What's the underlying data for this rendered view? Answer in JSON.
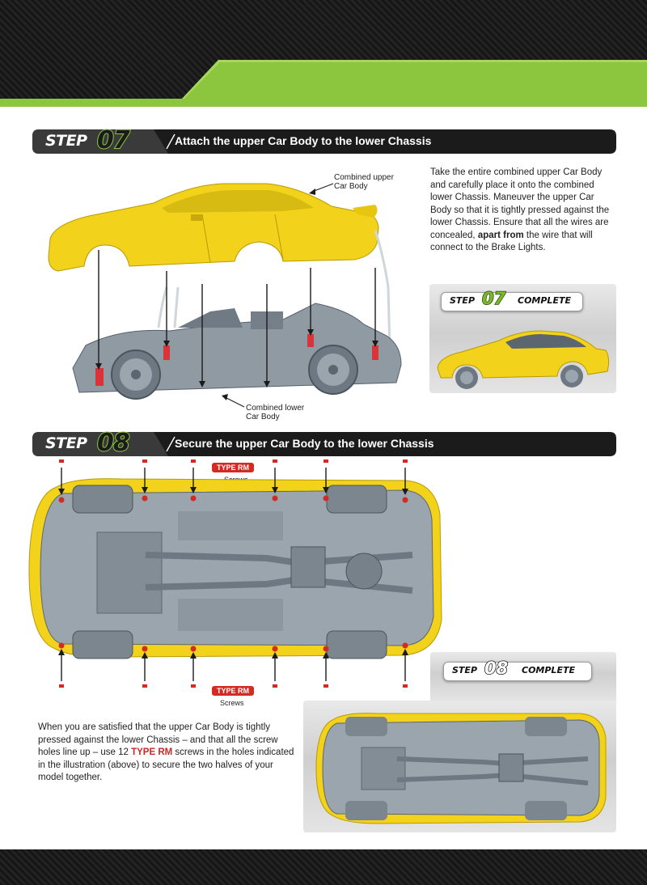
{
  "step07": {
    "word": "STEP",
    "number": "07",
    "title": "Attach the upper Car Body to the lower Chassis",
    "text_before": "Take the entire combined upper Car Body and carefully place it onto the combined lower Chassis. Maneuver the upper Car Body so that it is tightly pressed against the lower Chassis. Ensure that all the wires are concealed, ",
    "text_bold": "apart from",
    "text_after": " the wire that will connect to the Brake Lights.",
    "callout_upper_1": "Combined upper",
    "callout_upper_2": "Car Body",
    "callout_lower_1": "Combined lower",
    "callout_lower_2": "Car Body",
    "complete": {
      "step": "STEP",
      "number": "07",
      "label": "COMPLETE"
    }
  },
  "step08": {
    "word": "STEP",
    "number": "08",
    "title": "Secure the upper Car Body to the lower Chassis",
    "type_tag": "TYPE RM",
    "screws_label": "Screws",
    "text_before": "When you are satisfied that the upper Car Body is tightly pressed against the lower Chassis – and that all the screw holes line up – use 12 ",
    "text_red": "TYPE RM",
    "text_after": " screws in the holes indicated in the illustration (above) to secure the two halves of your model together.",
    "complete": {
      "step": "STEP",
      "number": "08",
      "label": "COMPLETE"
    }
  },
  "colors": {
    "accent_green": "#8cc63f",
    "body_yellow": "#f1d21a",
    "screw_red": "#d32a22",
    "chassis": "#8f9aa3"
  }
}
